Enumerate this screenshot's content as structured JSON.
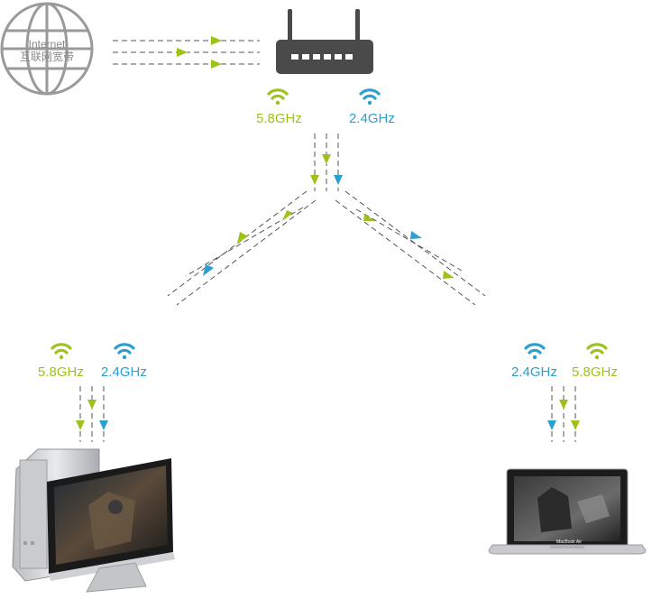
{
  "internet": {
    "line1": "Internet",
    "line2": "互联网宽带"
  },
  "router": {
    "band_green": "5.8GHz",
    "band_blue": "2.4GHz"
  },
  "desktop": {
    "band_green": "5.8GHz",
    "band_blue": "2.4GHz"
  },
  "laptop": {
    "band_blue": "2.4GHz",
    "band_green": "5.8GHz",
    "brand": "MacBook Air"
  },
  "colors": {
    "green": "#9dc31a",
    "blue": "#2a9fd0",
    "dash": "#555555",
    "device": "#4a4a4a"
  },
  "icons": [
    "globe-icon",
    "router-icon",
    "wifi-icon",
    "desktop-computer-icon",
    "laptop-icon",
    "arrow-icon"
  ]
}
